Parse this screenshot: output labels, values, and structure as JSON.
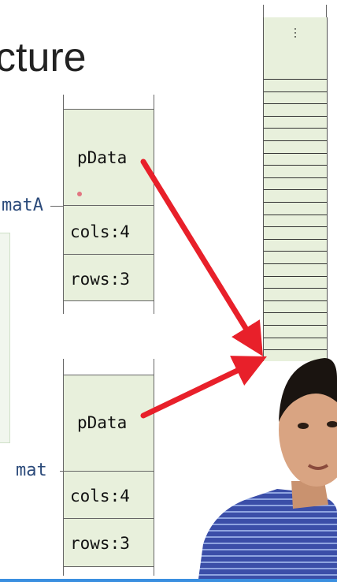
{
  "title_fragment": "cture",
  "struct_a": {
    "var_name": "matA",
    "fields": [
      "pData",
      "cols:4",
      "rows:3"
    ]
  },
  "struct_b": {
    "var_name": "mat",
    "fields": [
      "pData",
      "cols:4",
      "rows:3"
    ]
  },
  "memory_block": {
    "ellipsis": "⋮"
  },
  "colors": {
    "cell_fill": "#e8f0dc",
    "arrow": "#e8202a",
    "var_text": "#2b4a7a",
    "accent_bar": "#3a8fe0"
  }
}
